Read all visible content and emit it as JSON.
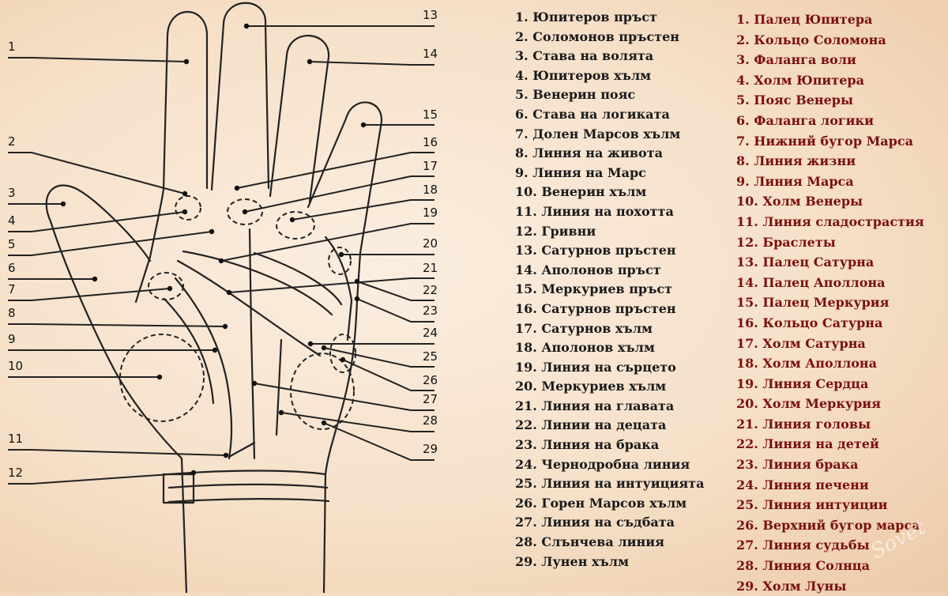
{
  "markers": [
    "1",
    "2",
    "3",
    "4",
    "5",
    "6",
    "7",
    "8",
    "9",
    "10",
    "11",
    "12",
    "13",
    "14",
    "15",
    "16",
    "17",
    "18",
    "19",
    "20",
    "21",
    "22",
    "23",
    "24",
    "25",
    "26",
    "27",
    "28",
    "29"
  ],
  "legend_bg": [
    "1. Юпитеров пръст",
    "2. Соломонов пръстен",
    "3. Става на волята",
    "4. Юпитеров хълм",
    "5. Венерин пояс",
    "6. Става на логиката",
    "7. Долен Марсов хълм",
    "8. Линия на живота",
    "9. Линия на Марс",
    "10. Венерин хълм",
    "11. Линия на похотта",
    "12. Гривни",
    "13. Сатурнов пръстен",
    "14. Аполонов пръст",
    "15. Меркуриев пръст",
    "16. Сатурнов пръстен",
    "17. Сатурнов хълм",
    "18. Аполонов хълм",
    "19. Линия на сърцето",
    "20. Меркуриев хълм",
    "21. Линия на главата",
    "22. Линии на децата",
    "23. Линия на брака",
    "24. Чернодробна линия",
    "25. Линия на интуицията",
    "26. Горен Марсов хълм",
    "27. Линия на съдбата",
    "28. Слънчева линия",
    "29. Лунен хълм"
  ],
  "legend_ru": [
    "1. Палец Юпитера",
    "2. Кольцо Соломона",
    "3.  Фаланга воли",
    "4. Холм Юпитера",
    "5. Пояс Венеры",
    "6. Фаланга логики",
    "7. Нижний бугор Марса",
    "8. Линия жизни",
    "9. Линия Марса",
    "10. Холм Венеры",
    "11. Линия сладострастия",
    "12. Браслеты",
    "13. Палец Сатурна",
    "14. Палец Аполлона",
    "15. Палец Меркурия",
    "16. Кольцо Сатурна",
    "17. Холм Сатурна",
    "18. Холм Аполлона",
    "19. Линия Сердца",
    "20. Холм Меркурия",
    "21. Линия головы",
    "22. Линия  на детей",
    "23. Линия брака",
    "24. Линия печени",
    "25. Линия интуиции",
    "26. Верхний бугор марса",
    "27. Линия судьбы",
    "28. Линия Солнца",
    "29. Холм Луны"
  ],
  "watermark": "Sovet"
}
